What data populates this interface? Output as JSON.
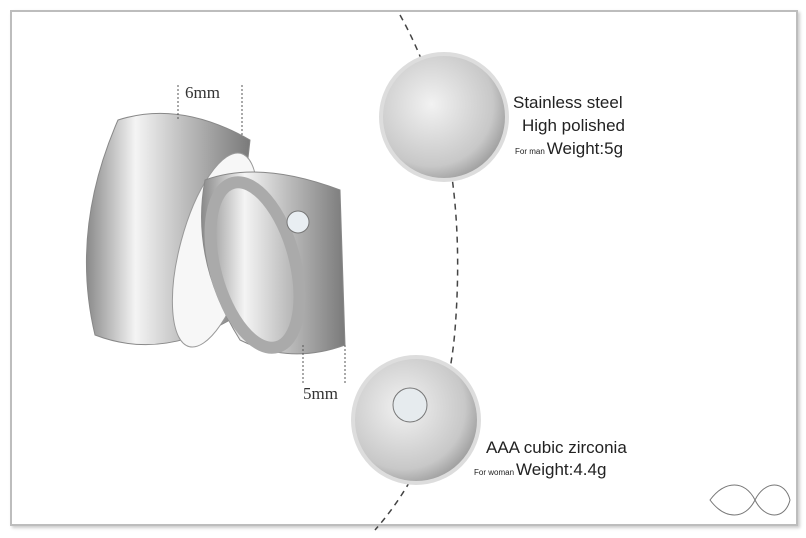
{
  "labels": {
    "width_man": "6mm",
    "width_woman": "5mm"
  },
  "man": {
    "line1": "Stainless steel",
    "line2": "High polished",
    "for": "For man",
    "weight": "Weight:5g"
  },
  "woman": {
    "line1": "AAA cubic zirconia",
    "for": "For woman",
    "weight": "Weight:4.4g"
  }
}
